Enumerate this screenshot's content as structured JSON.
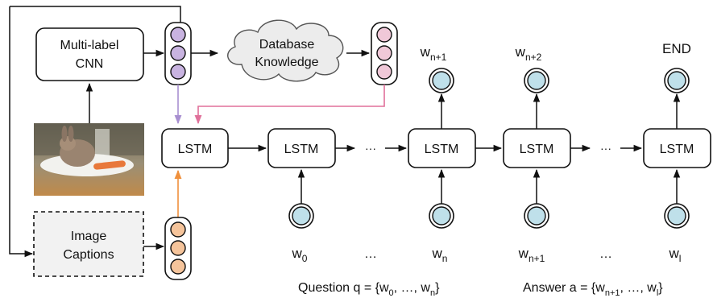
{
  "cnn_label_line1": "Multi-label",
  "cnn_label_line2": "CNN",
  "kb_label_line1": "Database",
  "kb_label_line2": "Knowledge",
  "captions_label_line1": "Image",
  "captions_label_line2": "Captions",
  "lstm_labels": [
    "LSTM",
    "LSTM",
    "LSTM",
    "LSTM",
    "LSTM"
  ],
  "ellipsis": "···",
  "output_words": [
    {
      "base": "w",
      "sub": "n+1"
    },
    {
      "base": "w",
      "sub": "n+2"
    },
    {
      "base": "END",
      "sub": ""
    }
  ],
  "input_words": [
    {
      "base": "w",
      "sub": "0"
    },
    {
      "base": "w",
      "sub": "n"
    },
    {
      "base": "w",
      "sub": "n+1"
    },
    {
      "base": "w",
      "sub": "l"
    }
  ],
  "input_ellipsis": "…",
  "question_caption": {
    "prefix": "Question q = {w",
    "sub1": "0",
    "mid": ", …, w",
    "sub2": "n",
    "suffix": "}"
  },
  "answer_caption": {
    "prefix": "Answer a = {w",
    "sub1": "n+1",
    "mid": ", …, w",
    "sub2": "l",
    "suffix": "}"
  },
  "colors": {
    "cnn_vector": "#c8b3e0",
    "kb_vector": "#f0c8d8",
    "caption_vector": "#f5c49b",
    "word_node": "#bfe0ea",
    "arrow_cnn": "#a88fd0",
    "arrow_kb": "#e0709a",
    "arrow_caption": "#f0903c"
  },
  "image_description_icon": "rabbit-on-plate-photo"
}
